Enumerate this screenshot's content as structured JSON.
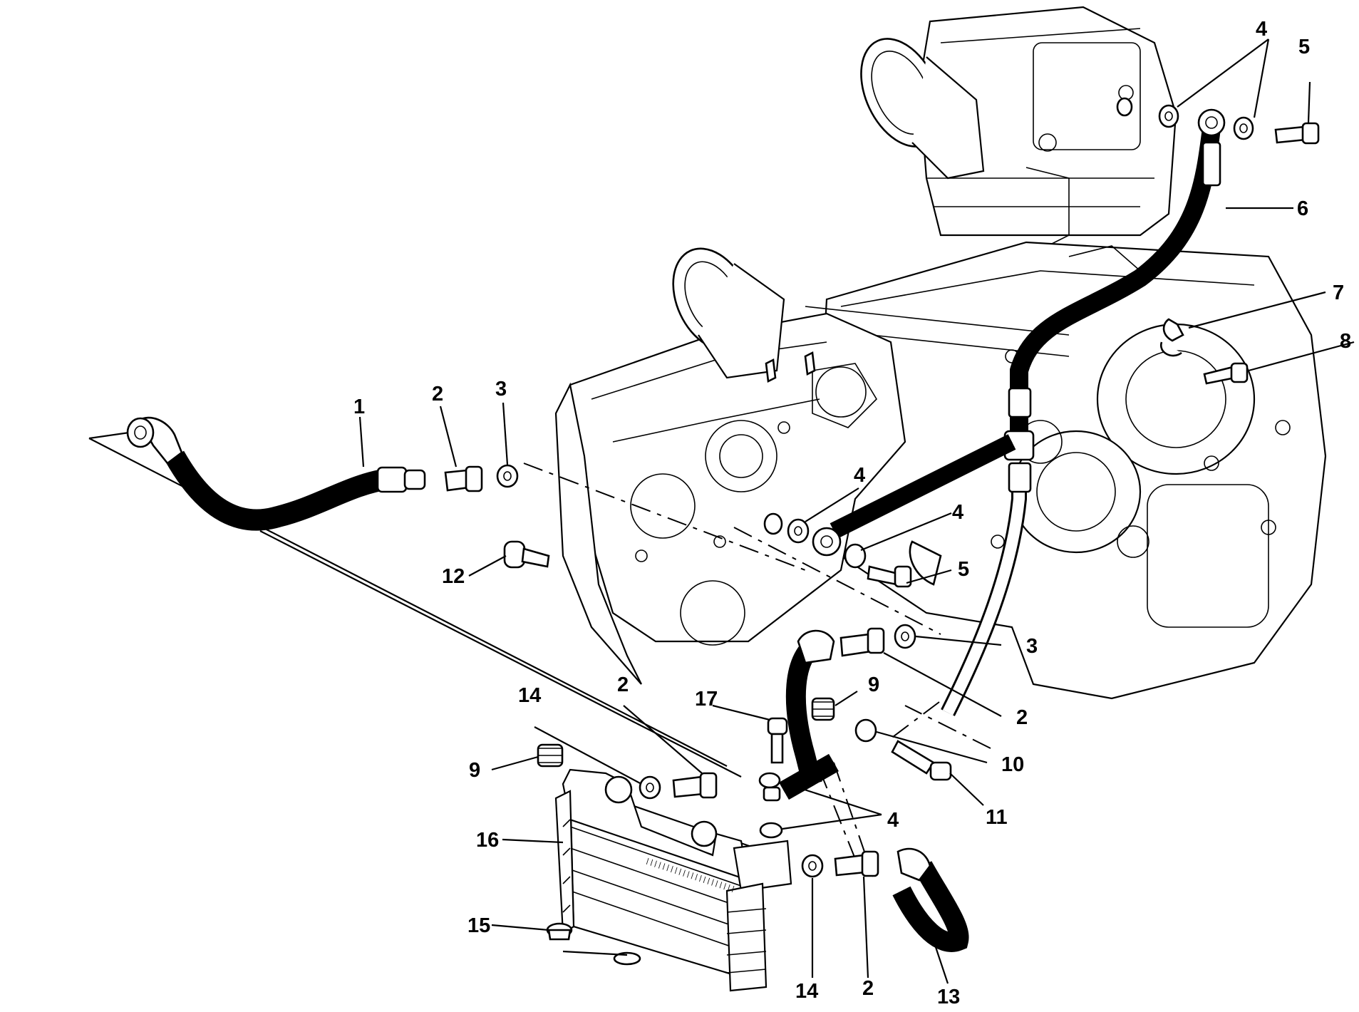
{
  "callouts": [
    {
      "id": "c1",
      "text": "1"
    },
    {
      "id": "c2a",
      "text": "2"
    },
    {
      "id": "c3a",
      "text": "3"
    },
    {
      "id": "c4a",
      "text": "4"
    },
    {
      "id": "c5a",
      "text": "5"
    },
    {
      "id": "c6",
      "text": "6"
    },
    {
      "id": "c7",
      "text": "7"
    },
    {
      "id": "c8",
      "text": "8"
    },
    {
      "id": "c4b",
      "text": "4"
    },
    {
      "id": "c4c",
      "text": "4"
    },
    {
      "id": "c5b",
      "text": "5"
    },
    {
      "id": "c12",
      "text": "12"
    },
    {
      "id": "c3b",
      "text": "3"
    },
    {
      "id": "c2b",
      "text": "2"
    },
    {
      "id": "c9a",
      "text": "9"
    },
    {
      "id": "c10",
      "text": "10"
    },
    {
      "id": "c11",
      "text": "11"
    },
    {
      "id": "c14a",
      "text": "14"
    },
    {
      "id": "c2c",
      "text": "2"
    },
    {
      "id": "c17",
      "text": "17"
    },
    {
      "id": "c9b",
      "text": "9"
    },
    {
      "id": "c16",
      "text": "16"
    },
    {
      "id": "c4d",
      "text": "4"
    },
    {
      "id": "c15",
      "text": "15"
    },
    {
      "id": "c14b",
      "text": "14"
    },
    {
      "id": "c2d",
      "text": "2"
    },
    {
      "id": "c13",
      "text": "13"
    }
  ]
}
